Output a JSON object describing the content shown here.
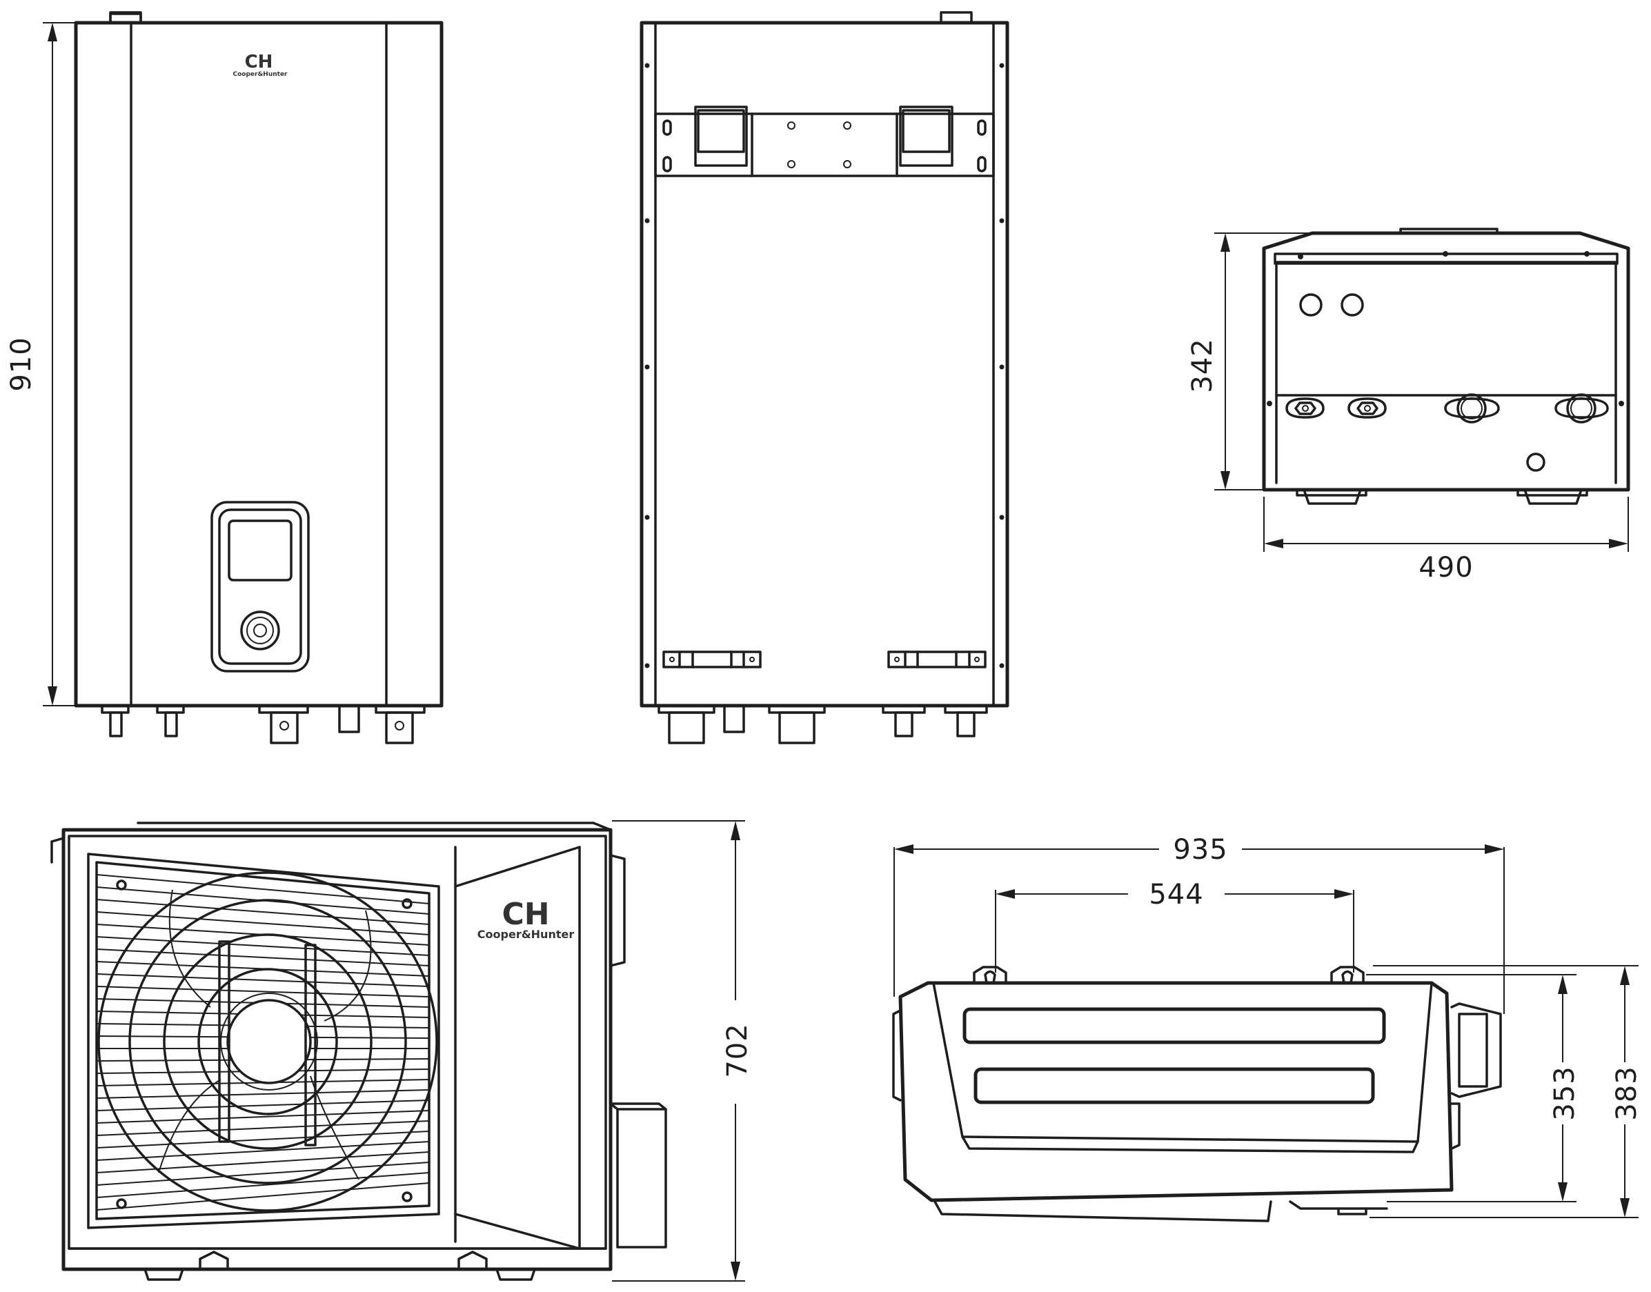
{
  "brand": {
    "logo_mark": "CH",
    "logo_text": "Cooper&Hunter"
  },
  "dimensions": {
    "indoor_height": "910",
    "indoor_depth": "342",
    "indoor_width": "490",
    "outdoor_height": "702",
    "outdoor_width": "935",
    "outdoor_foot_spacing": "544",
    "outdoor_depth_inner": "353",
    "outdoor_depth_outer": "383"
  },
  "colors": {
    "line": "#1e1e1e",
    "background": "#ffffff"
  }
}
